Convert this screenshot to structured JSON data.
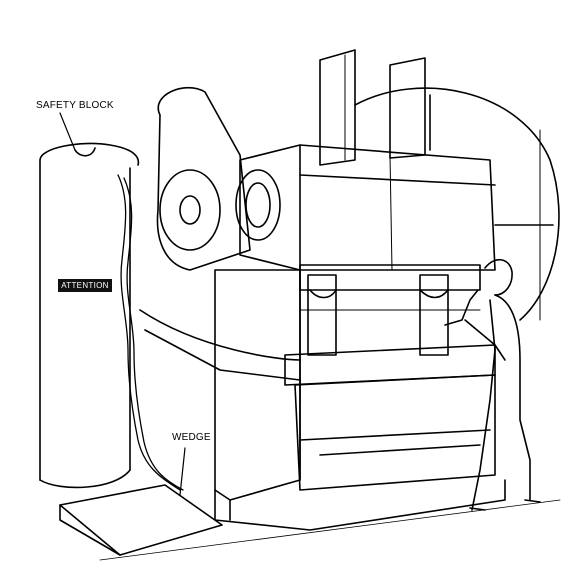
{
  "labels": {
    "safety_block": "SAFETY BLOCK",
    "wedge": "WEDGE",
    "attention": "ATTENTION"
  }
}
